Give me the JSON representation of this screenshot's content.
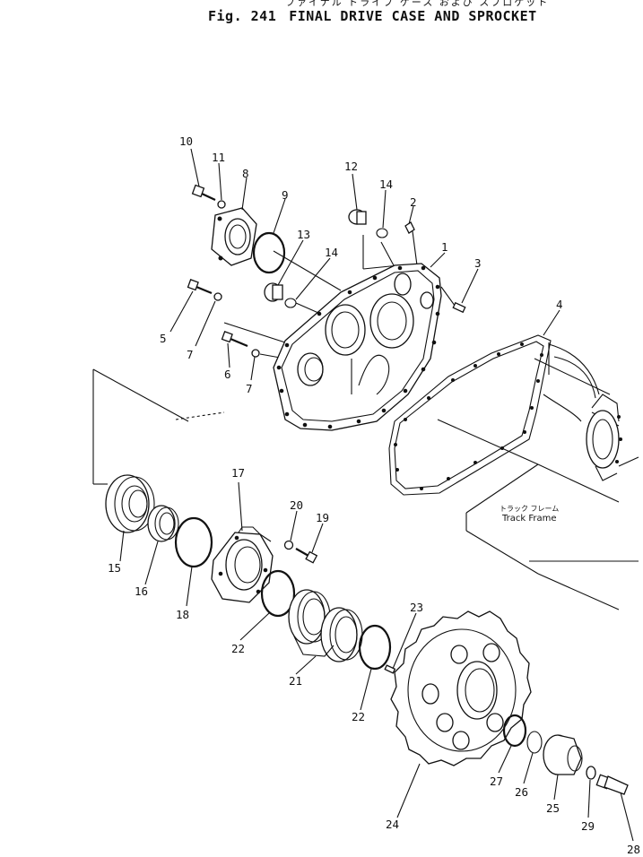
{
  "header": {
    "title_jp": "ファイナル ドライブ ケース および スプロケット",
    "fig_label": "Fig. 241",
    "title": "FINAL DRIVE CASE AND SPROCKET"
  },
  "track_frame": {
    "jp": "トラック フレーム",
    "en": "Track Frame"
  },
  "callouts": [
    "10",
    "11",
    "8",
    "9",
    "12",
    "14",
    "2",
    "1",
    "3",
    "13",
    "14",
    "5",
    "7",
    "6",
    "7",
    "4",
    "17",
    "20",
    "19",
    "15",
    "16",
    "18",
    "22",
    "21",
    "22",
    "23",
    "24",
    "27",
    "26",
    "25",
    "29",
    "28"
  ]
}
